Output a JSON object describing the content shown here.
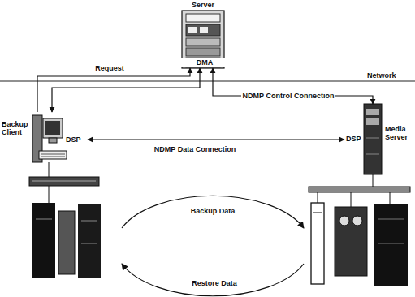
{
  "diagram": {
    "nodes": [
      {
        "text": [
          "Server",
          "DMA"
        ]
      },
      {
        "text": [
          "Backup Client",
          "DSP"
        ]
      },
      {
        "text": [
          "DSP",
          "Media Server"
        ]
      }
    ],
    "edges": [
      {
        "from": 1,
        "to": 0,
        "arrow": "to",
        "label": "Request"
      },
      {
        "from": 0,
        "to": 1,
        "arrow": "both"
      },
      {
        "from": 0,
        "to": 2,
        "arrow": "both",
        "label": "NDMP Control Connection"
      },
      {
        "from": 1,
        "to": 2,
        "arrow": "both",
        "label": "NDMP Data Connection"
      }
    ],
    "labels": [
      "Network",
      "Backup Data",
      "Restore Data"
    ]
  }
}
